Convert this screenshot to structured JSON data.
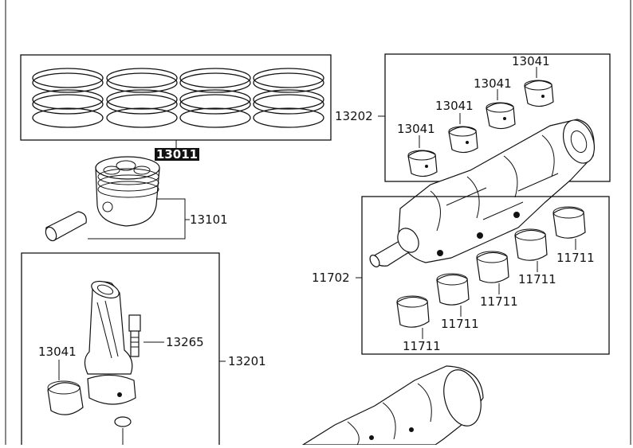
{
  "labels": {
    "piston_ring_set": "13011",
    "piston_and_pin": "13101",
    "main_bearing_set": "13202",
    "main_bearing_upper_1": "13041",
    "main_bearing_upper_2": "13041",
    "main_bearing_upper_3": "13041",
    "main_bearing_upper_4": "13041",
    "crankshaft": "11702",
    "crank_bearing_1": "11711",
    "crank_bearing_2": "11711",
    "crank_bearing_3": "11711",
    "crank_bearing_4": "11711",
    "crank_bearing_5": "11711",
    "rod_bolt": "13265",
    "rod_bearing": "13041",
    "connecting_rod_set": "13201"
  }
}
